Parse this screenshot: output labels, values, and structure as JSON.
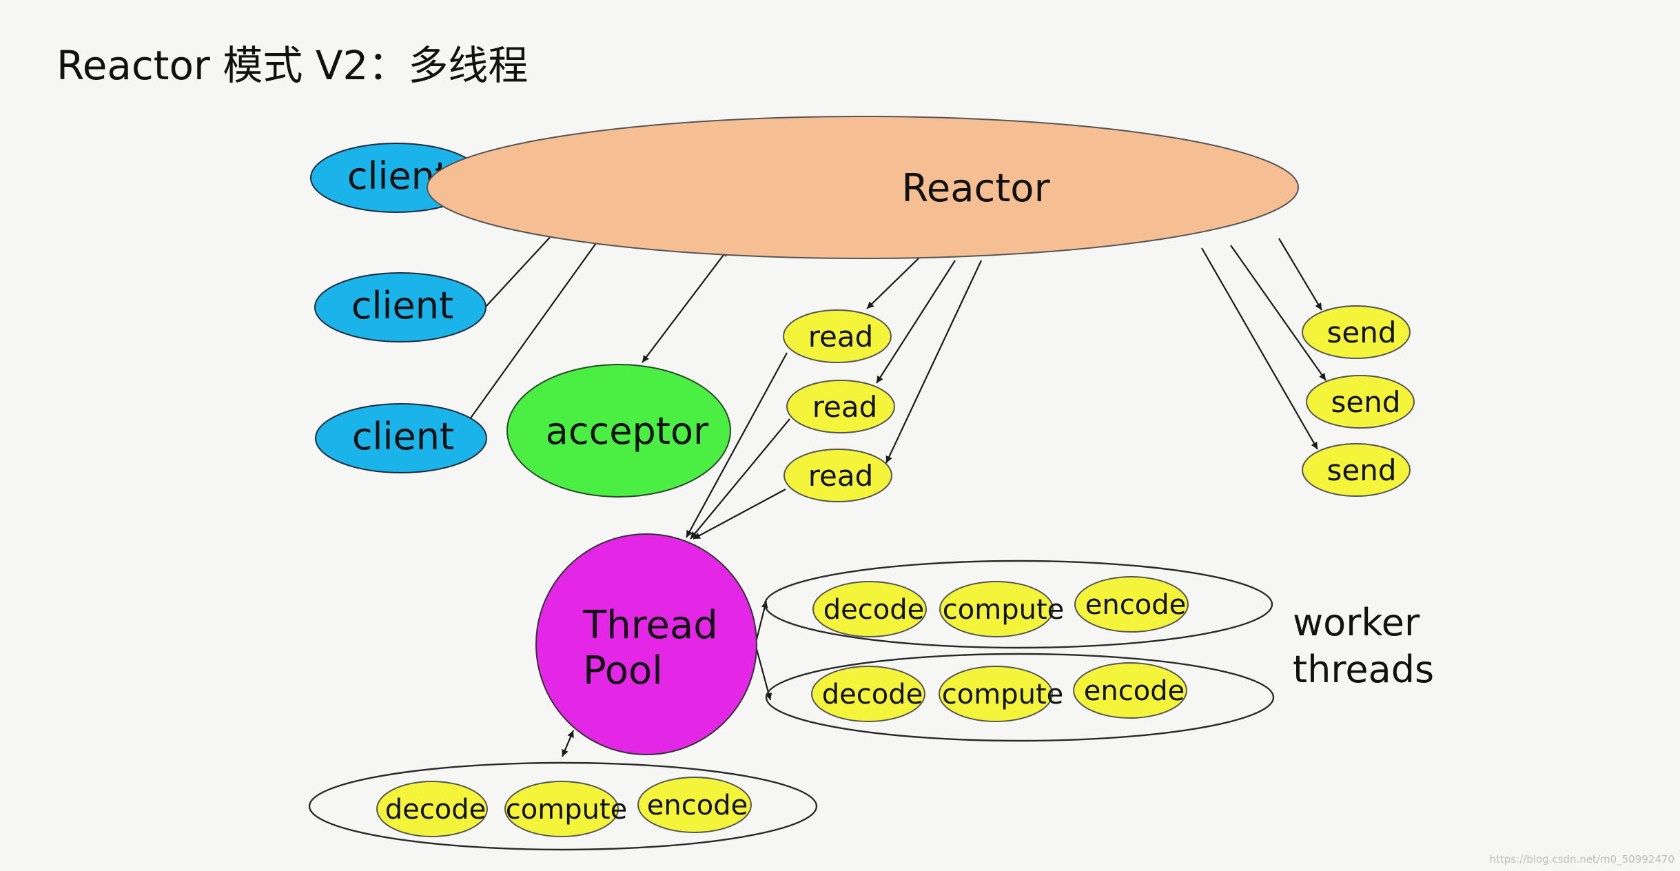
{
  "title": "Reactor 模式 V2：多线程",
  "nodes": {
    "clients": [
      "client",
      "client",
      "client"
    ],
    "reactor": "Reactor",
    "acceptor": "acceptor",
    "reads": [
      "read",
      "read",
      "read"
    ],
    "sends": [
      "send",
      "send",
      "send"
    ],
    "thread_pool": {
      "line1": "Thread",
      "line2": "Pool"
    },
    "worker_groups": [
      {
        "tasks": [
          "decode",
          "compute",
          "encode"
        ]
      },
      {
        "tasks": [
          "decode",
          "compute",
          "encode"
        ]
      },
      {
        "tasks": [
          "decode",
          "compute",
          "encode"
        ]
      }
    ],
    "worker_label": {
      "line1": "worker",
      "line2": "threads"
    }
  },
  "colors": {
    "client": "#1bb4ea",
    "reactor": "#f5bf93",
    "acceptor": "#4bef44",
    "io": "#f4f43a",
    "thread_pool": "#e427e6",
    "background": "#f6f6f4"
  },
  "watermark": "https://blog.csdn.net/m0_50992470"
}
